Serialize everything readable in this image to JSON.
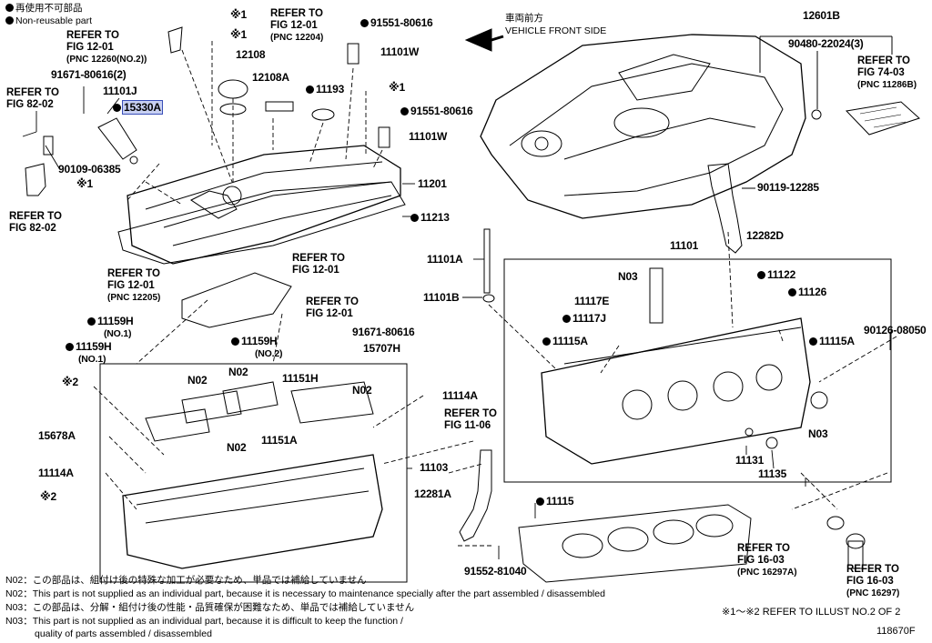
{
  "legend": {
    "reusable": "再使用不可部品",
    "non_reusable": "Non-reusable part"
  },
  "vehicle_front": {
    "jp": "車両前方",
    "en": "VEHICLE FRONT SIDE"
  },
  "refs": {
    "fig12_01_pnc12260": {
      "line1": "REFER TO",
      "line2": "FIG 12-01",
      "pnc": "(PNC 12260(NO.2))"
    },
    "fig12_01_pnc12204": {
      "line1": "REFER TO",
      "line2": "FIG 12-01",
      "pnc": "(PNC 12204)"
    },
    "fig82_02_top": {
      "line1": "REFER TO",
      "line2": "FIG 82-02"
    },
    "fig82_02_bottom": {
      "line1": "REFER TO",
      "line2": "FIG 82-02"
    },
    "fig74_03": {
      "line1": "REFER TO",
      "line2": "FIG 74-03",
      "pnc": "(PNC 11286B)"
    },
    "fig12_01_a": {
      "line1": "REFER TO",
      "line2": "FIG 12-01"
    },
    "fig12_01_pnc12205": {
      "line1": "REFER TO",
      "line2": "FIG 12-01",
      "pnc": "(PNC 12205)"
    },
    "fig12_01_b": {
      "line1": "REFER TO",
      "line2": "FIG 12-01"
    },
    "fig11_06": {
      "line1": "REFER TO",
      "line2": "FIG 11-06"
    },
    "fig16_03_pnc16297a": {
      "line1": "REFER TO",
      "line2": "FIG 16-03",
      "pnc": "(PNC 16297A)"
    },
    "fig16_03_pnc16297": {
      "line1": "REFER TO",
      "line2": "FIG 16-03",
      "pnc": "(PNC 16297)"
    }
  },
  "parts": {
    "p91671_80616_2": "91671-80616(2)",
    "p11101j": "11101J",
    "p15330a": "15330A",
    "p90109_06385": "90109-06385",
    "mark1_a": "※1",
    "mark1_b": "※1",
    "mark1_c": "※1",
    "mark1_d": "※1",
    "p12108": "12108",
    "p12108a": "12108A",
    "p11193": "11193",
    "p91551_80616_a": "91551-80616",
    "p11101w_a": "11101W",
    "p91551_80616_b": "91551-80616",
    "p11101w_b": "11101W",
    "p11201": "11201",
    "p11213": "11213",
    "p12601b": "12601B",
    "p90480_22024": "90480-22024(3)",
    "p90119_12285": "90119-12285",
    "p12282d": "12282D",
    "p11101": "11101",
    "p11101a": "11101A",
    "p11101b": "11101B",
    "n03_a": "N03",
    "p11117e": "11117E",
    "p11117j": "11117J",
    "p11115a_left": "11115A",
    "p11122": "11122",
    "p11126": "11126",
    "p11115a_right": "11115A",
    "p90126_08050": "90126-08050",
    "n03_b": "N03",
    "p11131": "11131",
    "p11135": "11135",
    "p11159h_no1_a": "11159H",
    "no1_a": "(NO.1)",
    "p11159h_no1_b": "11159H",
    "no1_b": "(NO.1)",
    "p11159h_no2": "11159H",
    "no2": "(NO.2)",
    "p91671_80616": "91671-80616",
    "p15707h": "15707H",
    "mark2_a": "※2",
    "n02_a": "N02",
    "n02_b": "N02",
    "n02_c": "N02",
    "n02_d": "N02",
    "p11151h": "11151H",
    "p11151a": "11151A",
    "p11114a_a": "11114A",
    "p15678a": "15678A",
    "p11114a_b": "11114A",
    "mark2_b": "※2",
    "p11103": "11103",
    "p12281a": "12281A",
    "p91552_81040": "91552-81040",
    "p11115": "11115"
  },
  "notes": [
    "N02：この部品は、組付け後の特殊な加工が必要なため、単品では補給していません",
    "N02：This part is not supplied as an individual part, because it is necessary to maintenance specially after the part assembled / disassembled",
    "N03：この部品は、分解・組付け後の性能・品質確保が困難なため、単品では補給していません",
    "N03：This part is not supplied as an individual part, because it is difficult to keep the function /",
    "quality of parts  assembled / disassembled"
  ],
  "footer": {
    "refer_illust": "※1～※2  REFER TO ILLUST NO.2 OF 2",
    "illust_no": "118670F"
  },
  "colors": {
    "line": "#000000",
    "highlight_fill": "#c8d0f2",
    "highlight_border": "#3a4fb8"
  }
}
